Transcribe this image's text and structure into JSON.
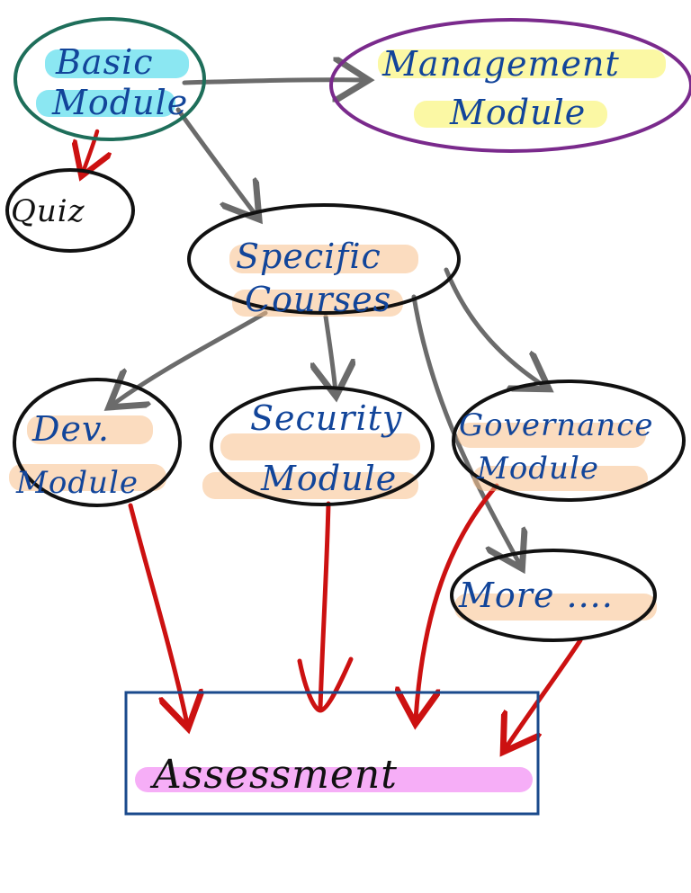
{
  "nodes": [
    {
      "id": "basic",
      "lines": [
        "Basic",
        "Module"
      ],
      "outline": "#1e6e5a",
      "highlight": "#2bd3e8"
    },
    {
      "id": "management",
      "lines": [
        "Management",
        "Module"
      ],
      "outline": "#7a2a8c",
      "highlight": "#f7f35a"
    },
    {
      "id": "quiz",
      "lines": [
        "Quiz"
      ],
      "outline": "#111111",
      "highlight": ""
    },
    {
      "id": "specific",
      "lines": [
        "Specific",
        "Courses"
      ],
      "outline": "#111111",
      "highlight": "#f7c08a"
    },
    {
      "id": "dev",
      "lines": [
        "Dev.",
        "Module"
      ],
      "outline": "#111111",
      "highlight": "#f7c08a"
    },
    {
      "id": "security",
      "lines": [
        "Security",
        "Module"
      ],
      "outline": "#111111",
      "highlight": "#f7c08a"
    },
    {
      "id": "governance",
      "lines": [
        "Governance",
        "Module"
      ],
      "outline": "#111111",
      "highlight": "#f7c08a"
    },
    {
      "id": "more",
      "lines": [
        "More ...."
      ],
      "outline": "#111111",
      "highlight": "#f7c08a"
    },
    {
      "id": "assessment",
      "lines": [
        "Assessment"
      ],
      "outline": "#1a4a8c",
      "highlight": "#ef6cf0"
    }
  ],
  "edges": [
    {
      "from": "basic",
      "to": "management",
      "color": "#6b6b6b"
    },
    {
      "from": "basic",
      "to": "quiz",
      "color": "#cc1111"
    },
    {
      "from": "basic",
      "to": "specific",
      "color": "#6b6b6b"
    },
    {
      "from": "specific",
      "to": "dev",
      "color": "#6b6b6b"
    },
    {
      "from": "specific",
      "to": "security",
      "color": "#6b6b6b"
    },
    {
      "from": "specific",
      "to": "governance",
      "color": "#6b6b6b"
    },
    {
      "from": "specific",
      "to": "more",
      "color": "#6b6b6b"
    },
    {
      "from": "dev",
      "to": "assessment",
      "color": "#cc1111"
    },
    {
      "from": "security",
      "to": "assessment",
      "color": "#cc1111"
    },
    {
      "from": "governance",
      "to": "assessment",
      "color": "#cc1111"
    },
    {
      "from": "more",
      "to": "assessment",
      "color": "#cc1111"
    }
  ]
}
